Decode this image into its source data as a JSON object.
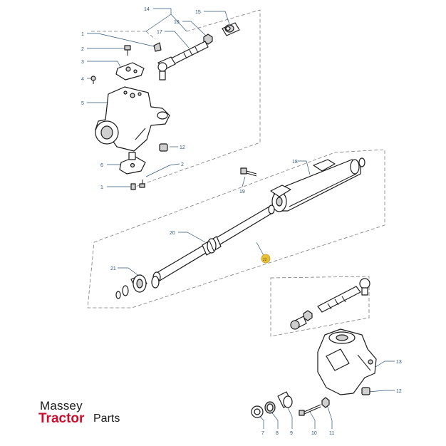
{
  "callouts": {
    "c14": "14",
    "c15": "15",
    "c16": "16",
    "c17": "17",
    "c1a": "1",
    "c2a": "2",
    "c3": "3",
    "c4": "4",
    "c5": "5",
    "c12a": "12",
    "c6": "6",
    "c2b": "2",
    "c1b": "1",
    "c18": "18",
    "c19": "19",
    "c20": "20",
    "c21": "21",
    "c22": "22",
    "c13": "13",
    "c12b": "12",
    "c7": "7",
    "c8": "8",
    "c9": "9",
    "c10": "10",
    "c11": "11"
  },
  "logo": {
    "line1": "Massey",
    "line2_brand": "Tractor",
    "line2_rest": "Parts"
  },
  "colors": {
    "callout": "#2d5577",
    "logo_red": "#c8102e",
    "highlight": "#e8c13a"
  }
}
